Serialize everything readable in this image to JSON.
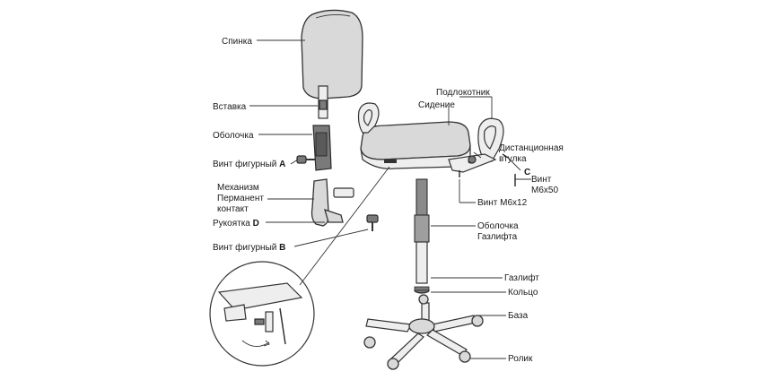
{
  "labels": {
    "backrest": "Спинка",
    "insert": "Вставка",
    "shell": "Оболочка",
    "screw_a_text": "Винт фигурный",
    "screw_a_letter": "A",
    "mechanism_1": "Механизм",
    "mechanism_2": "Перманент",
    "mechanism_3": "контакт",
    "handle_text": "Рукоятка",
    "handle_letter": "D",
    "screw_b_text": "Винт фигурный",
    "screw_b_letter": "B",
    "armrest": "Подлокотник",
    "seat": "Сидение",
    "spacer_1": "Дистанционная",
    "spacer_2": "втулка",
    "letter_c": "C",
    "screw_m6x50_1": "Винт",
    "screw_m6x50_2": "M6x50",
    "screw_m6x12": "Винт M6x12",
    "gaslift_shell_1": "Оболочка",
    "gaslift_shell_2": "Газлифта",
    "gaslift": "Газлифт",
    "ring": "Кольцо",
    "base": "База",
    "caster": "Ролик"
  },
  "colors": {
    "part_fill": "#d9d9d9",
    "part_dark": "#7a7a7a",
    "outline": "#333333"
  }
}
